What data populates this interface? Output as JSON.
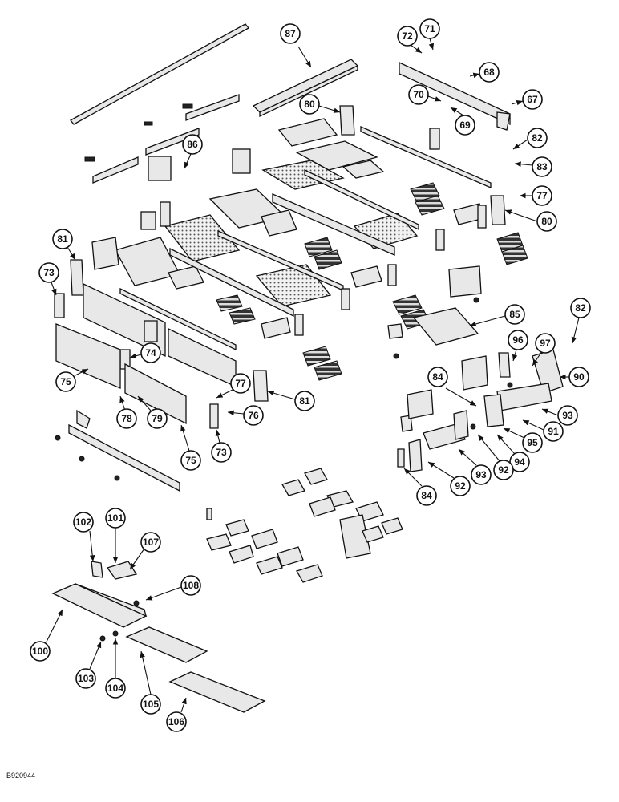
{
  "figure_code": "B920944",
  "callouts": [
    "87",
    "72",
    "71",
    "68",
    "67",
    "70",
    "69",
    "80",
    "82",
    "83",
    "86",
    "77",
    "80",
    "81",
    "73",
    "85",
    "82",
    "74",
    "96",
    "97",
    "90",
    "75",
    "84",
    "77",
    "93",
    "78",
    "79",
    "81",
    "76",
    "91",
    "95",
    "94",
    "92",
    "75",
    "73",
    "93",
    "92",
    "84",
    "101",
    "102",
    "107",
    "108",
    "100",
    "103",
    "104",
    "105",
    "106"
  ]
}
